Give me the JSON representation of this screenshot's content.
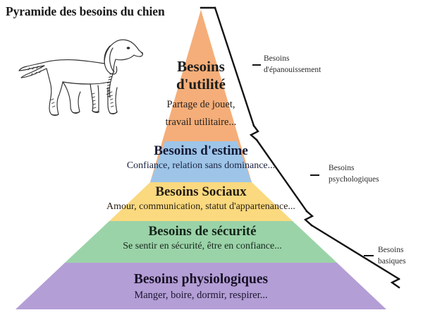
{
  "title": "Pyramide des besoins du chien",
  "illustration": {
    "name": "dog-line-drawing",
    "description": "Golden retriever line drawing facing right"
  },
  "pyramid": {
    "tiers": [
      {
        "id": "utilite",
        "title": "Besoins d'utilité",
        "title_line1": "Besoins",
        "title_line2": "d'utilité",
        "subtitle_line1": "Partage de jouet,",
        "subtitle_line2": "travail utilitaire...",
        "color": "#F5AE79"
      },
      {
        "id": "estime",
        "title": "Besoins d'estime",
        "subtitle": "Confiance, relation sans dominance...",
        "color": "#9EC5E8"
      },
      {
        "id": "sociaux",
        "title": "Besoins Sociaux",
        "subtitle": "Amour, communication, statut d'appartenance...",
        "color": "#FAD97F"
      },
      {
        "id": "securite",
        "title": "Besoins de sécurité",
        "subtitle": "Se sentir en sécurité, être en confiance...",
        "color": "#9BD3A8"
      },
      {
        "id": "physiologiques",
        "title": "Besoins physiologiques",
        "subtitle": "Manger, boire, dormir, respirer...",
        "color": "#B49ED6"
      }
    ]
  },
  "brackets": [
    {
      "id": "epanouissement",
      "line1": "Besoins",
      "line2": "d'épanouissement",
      "covers": [
        "utilite"
      ]
    },
    {
      "id": "psychologiques",
      "line1": "Besoins",
      "line2": "psychologiques",
      "covers": [
        "estime",
        "sociaux"
      ]
    },
    {
      "id": "basiques",
      "line1": "Besoins",
      "line2": "basiques",
      "covers": [
        "securite",
        "physiologiques"
      ]
    }
  ],
  "colors": {
    "tier_utilite": "#F5AE79",
    "tier_estime": "#9EC5E8",
    "tier_sociaux": "#FAD97F",
    "tier_securite": "#9BD3A8",
    "tier_physiologiques": "#B49ED6",
    "bracket_line": "#141414",
    "title_text": "#1a1a1a",
    "background": "#ffffff"
  }
}
